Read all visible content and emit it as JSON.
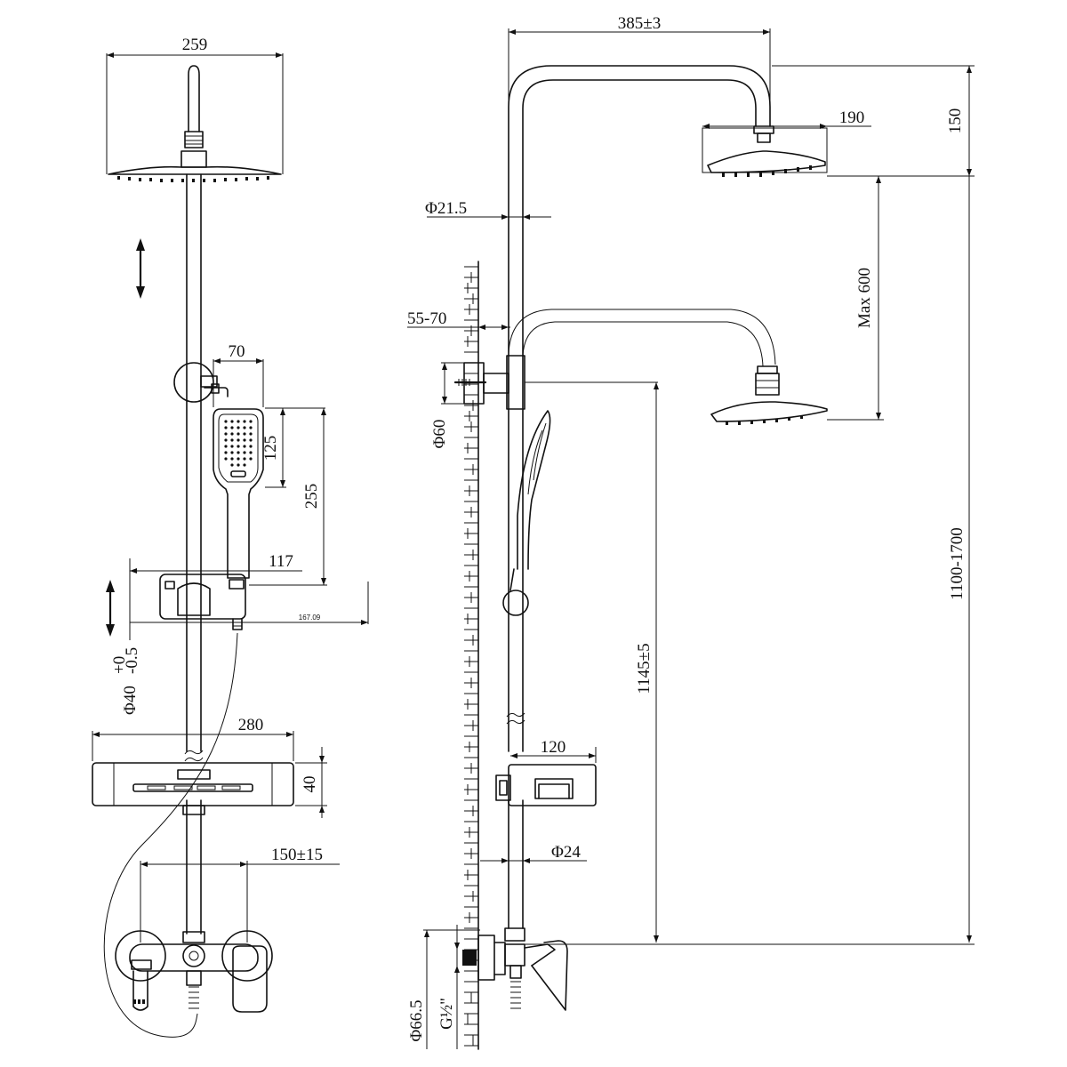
{
  "front_view": {
    "width_head": "259",
    "width_holder": "70",
    "hand_head_height": "125",
    "hand_total_height": "255",
    "slider_offset": "117",
    "slider_small": "167.09",
    "slider_diam": "Φ40",
    "slider_tol_upper": "+0",
    "slider_tol_lower": "-0.5",
    "shelf_width": "280",
    "shelf_height": "40",
    "mixer_centers": "150±15"
  },
  "side_view": {
    "arm_reach": "385±3",
    "head_diam": "190",
    "head_height": "150",
    "pipe_diam": "Φ21.5",
    "wall_gap": "55-70",
    "bracket_diam": "Φ60",
    "adjust_range": "Max 600",
    "total_height": "1100-1700",
    "outlet_height": "1145±5",
    "shelf_depth": "120",
    "lower_pipe_diam": "Φ24",
    "flange_diam": "Φ66.5",
    "thread": "G½\""
  },
  "colors": {
    "line": "#111111",
    "background": "#ffffff"
  }
}
